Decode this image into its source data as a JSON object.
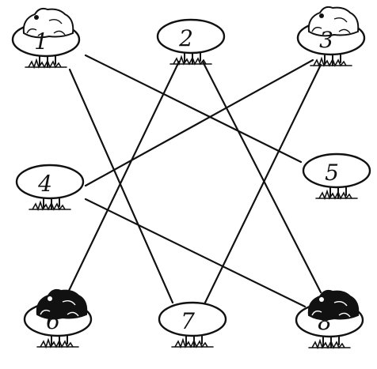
{
  "colors": {
    "ink": "#111111",
    "paper": "#ffffff"
  },
  "pads": [
    {
      "id": "1",
      "label": "1",
      "frog": "white"
    },
    {
      "id": "2",
      "label": "2",
      "frog": "none"
    },
    {
      "id": "3",
      "label": "3",
      "frog": "white"
    },
    {
      "id": "4",
      "label": "4",
      "frog": "none"
    },
    {
      "id": "5",
      "label": "5",
      "frog": "none"
    },
    {
      "id": "6",
      "label": "6",
      "frog": "black"
    },
    {
      "id": "7",
      "label": "7",
      "frog": "none"
    },
    {
      "id": "8",
      "label": "8",
      "frog": "black"
    }
  ],
  "connections": [
    [
      "1",
      "5"
    ],
    [
      "1",
      "7"
    ],
    [
      "2",
      "6"
    ],
    [
      "2",
      "8"
    ],
    [
      "3",
      "4"
    ],
    [
      "3",
      "7"
    ],
    [
      "4",
      "8"
    ]
  ]
}
